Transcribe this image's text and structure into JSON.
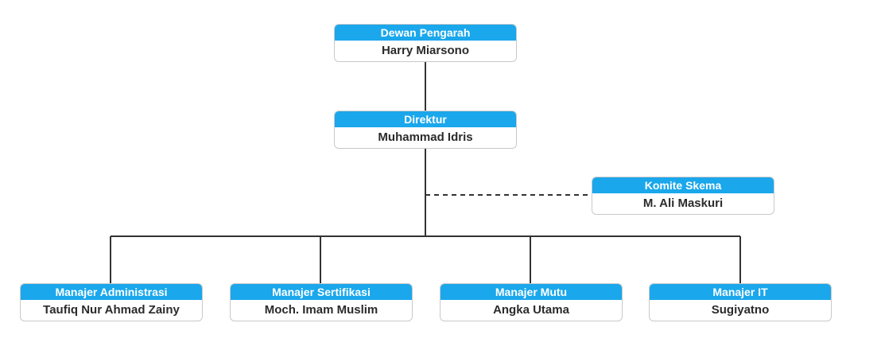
{
  "colors": {
    "header": "#1aa7ec",
    "line": "#333333"
  },
  "nodes": {
    "dewan_pengarah": {
      "role": "Dewan Pengarah",
      "name": "Harry Miarsono"
    },
    "direktur": {
      "role": "Direktur",
      "name": "Muhammad Idris"
    },
    "komite_skema": {
      "role": "Komite Skema",
      "name": "M. Ali Maskuri"
    },
    "manajer_administrasi": {
      "role": "Manajer Administrasi",
      "name": "Taufiq Nur Ahmad Zainy"
    },
    "manajer_sertifikasi": {
      "role": "Manajer Sertifikasi",
      "name": "Moch. Imam Muslim"
    },
    "manajer_mutu": {
      "role": "Manajer Mutu",
      "name": "Angka Utama"
    },
    "manajer_it": {
      "role": "Manajer IT",
      "name": "Sugiyatno"
    }
  }
}
